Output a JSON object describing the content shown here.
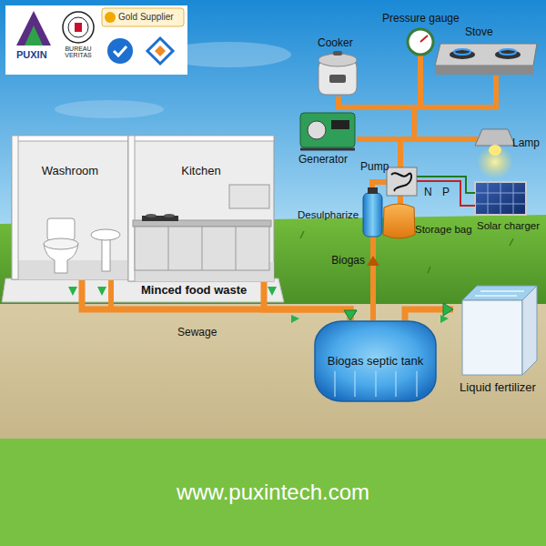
{
  "diagram": {
    "nodes": [
      {
        "text": [
          "Washroom"
        ]
      },
      {
        "text": [
          "Kitchen"
        ]
      },
      {
        "text": [
          "Biogas septic tank"
        ]
      },
      {
        "text": [
          "Liquid fertilizer"
        ]
      }
    ],
    "edges": [
      {
        "from": 0,
        "to": 2,
        "arrow": "to"
      },
      {
        "from": 1,
        "to": 2,
        "arrow": "to"
      },
      {
        "from": 2,
        "to": 3,
        "arrow": "to"
      }
    ],
    "labels": [
      "PUXIN",
      "BUREAU VERITAS",
      "Gold Supplier",
      "Cooker",
      "Pressure gauge",
      "Stove",
      "Generator",
      "Pump",
      "Lamp",
      "N",
      "P",
      "Storage bag",
      "Solar charger",
      "Desulpharize",
      "Biogas",
      "Minced food waste",
      "Sewage",
      "www.puxintech.com"
    ]
  }
}
